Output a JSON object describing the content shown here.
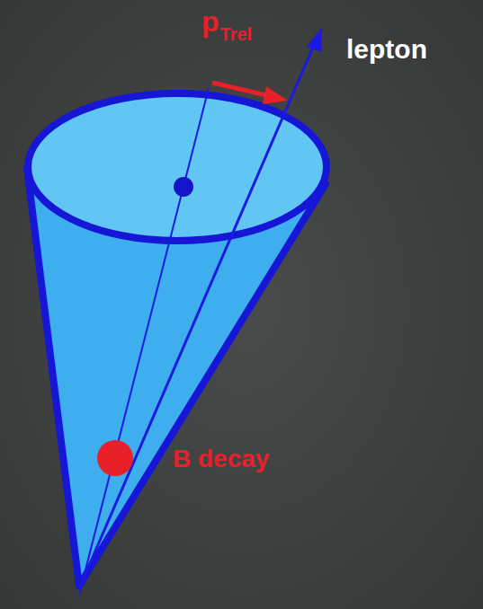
{
  "diagram": {
    "labels": [
      "p",
      "Trel",
      "lepton",
      "B decay"
    ]
  }
}
